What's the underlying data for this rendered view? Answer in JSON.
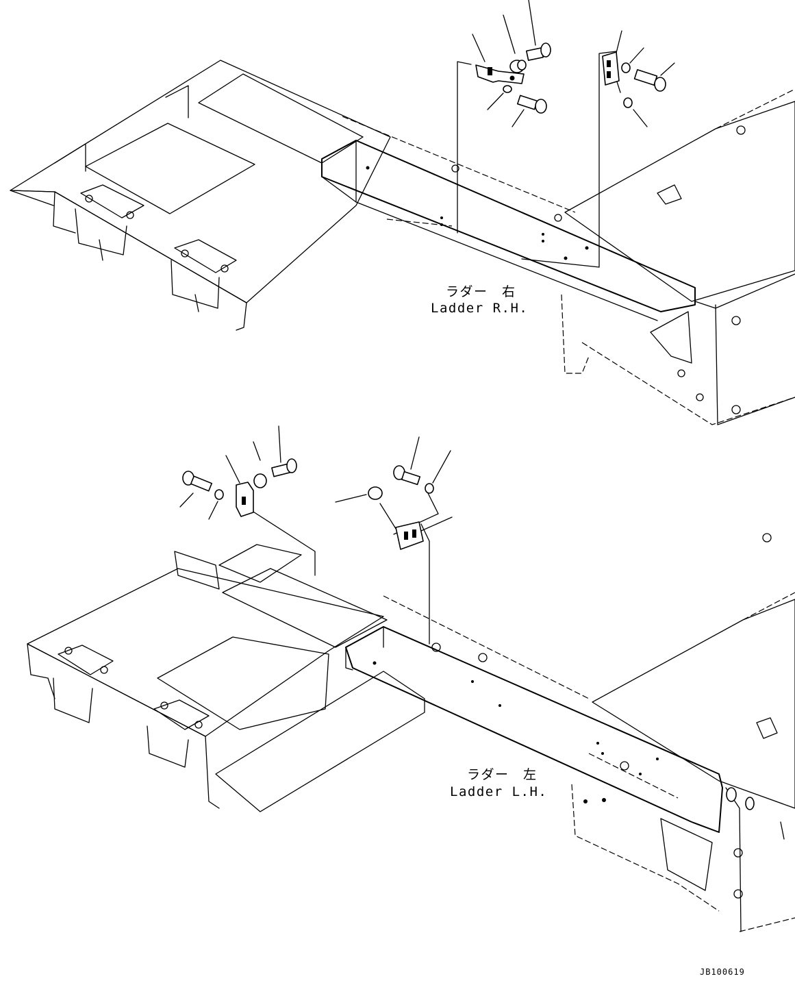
{
  "drawing": {
    "upper_view": {
      "label_jp": "ラダー　右",
      "label_en": "Ladder R.H."
    },
    "lower_view": {
      "label_jp": "ラダー　左",
      "label_en": "Ladder L.H."
    },
    "drawing_code": "JB100619"
  }
}
